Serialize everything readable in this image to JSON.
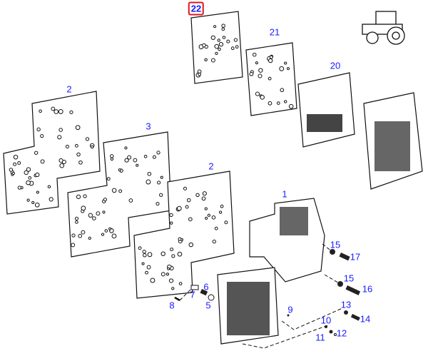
{
  "diagram": {
    "type": "exploded parts diagram",
    "highlighted_callout": "22",
    "highlight_color": "#e0161b",
    "callout_color": "#1a1aff",
    "callouts": [
      "22",
      "21",
      "20",
      "2",
      "3",
      "2",
      "1",
      "15",
      "17",
      "15",
      "16",
      "13",
      "14",
      "10",
      "12",
      "11",
      "9",
      "7",
      "6",
      "5",
      "8"
    ]
  }
}
